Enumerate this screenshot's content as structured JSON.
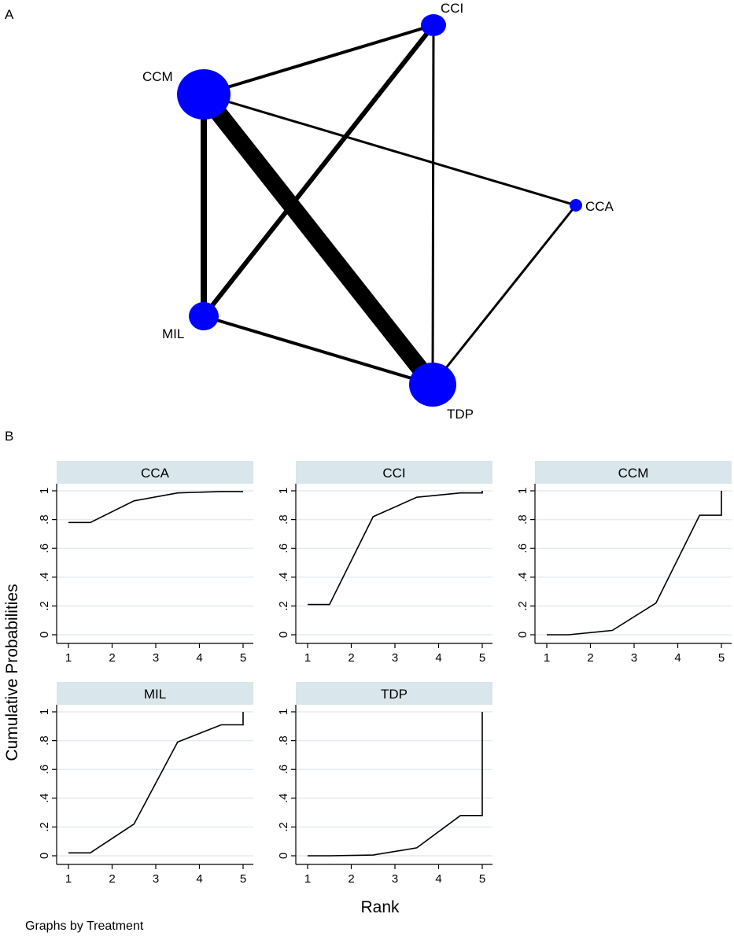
{
  "panel_a_label": "A",
  "panel_b_label": "B",
  "network": {
    "node_color": "#0000ff",
    "nodes": [
      {
        "id": "CCI",
        "label": "CCI"
      },
      {
        "id": "CCM",
        "label": "CCM"
      },
      {
        "id": "CCA",
        "label": "CCA"
      },
      {
        "id": "MIL",
        "label": "MIL"
      },
      {
        "id": "TDP",
        "label": "TDP"
      }
    ],
    "edges": [
      {
        "from": "CCM",
        "to": "CCI"
      },
      {
        "from": "CCM",
        "to": "CCA"
      },
      {
        "from": "CCM",
        "to": "MIL"
      },
      {
        "from": "CCM",
        "to": "TDP"
      },
      {
        "from": "CCI",
        "to": "MIL"
      },
      {
        "from": "CCI",
        "to": "TDP"
      },
      {
        "from": "CCA",
        "to": "TDP"
      },
      {
        "from": "MIL",
        "to": "TDP"
      }
    ]
  },
  "chart_data": {
    "type": "line",
    "xlabel": "Rank",
    "ylabel": "Cumulative Probabilities",
    "note": "Graphs by Treatment",
    "xticks": [
      "1",
      "2",
      "3",
      "4",
      "5"
    ],
    "yticks": [
      "0",
      ".2",
      ".4",
      ".6",
      ".8",
      "1"
    ],
    "xlim": [
      1,
      5
    ],
    "ylim": [
      0,
      1
    ],
    "strip_color": "#d9e6ec",
    "grid_color": "#e3ecf0",
    "panels": [
      {
        "name": "CCA",
        "x": [
          1,
          1.5,
          2.5,
          3.5,
          4.5,
          5
        ],
        "y": [
          0.78,
          0.78,
          0.93,
          0.985,
          0.995,
          0.995
        ]
      },
      {
        "name": "CCI",
        "x": [
          1,
          1.5,
          2.5,
          3.5,
          4.5,
          5,
          5
        ],
        "y": [
          0.21,
          0.21,
          0.82,
          0.955,
          0.985,
          0.985,
          1
        ]
      },
      {
        "name": "CCM",
        "x": [
          1,
          1.5,
          2.5,
          3.5,
          4.5,
          5,
          5
        ],
        "y": [
          0.0,
          0.0,
          0.03,
          0.22,
          0.83,
          0.83,
          1
        ]
      },
      {
        "name": "MIL",
        "x": [
          1,
          1.5,
          2.5,
          3.5,
          4.5,
          5,
          5
        ],
        "y": [
          0.02,
          0.02,
          0.22,
          0.79,
          0.91,
          0.91,
          1
        ]
      },
      {
        "name": "TDP",
        "x": [
          1,
          1.5,
          2.5,
          3.5,
          4.5,
          5,
          5
        ],
        "y": [
          0.0,
          0.0,
          0.005,
          0.055,
          0.28,
          0.28,
          1
        ]
      }
    ]
  }
}
